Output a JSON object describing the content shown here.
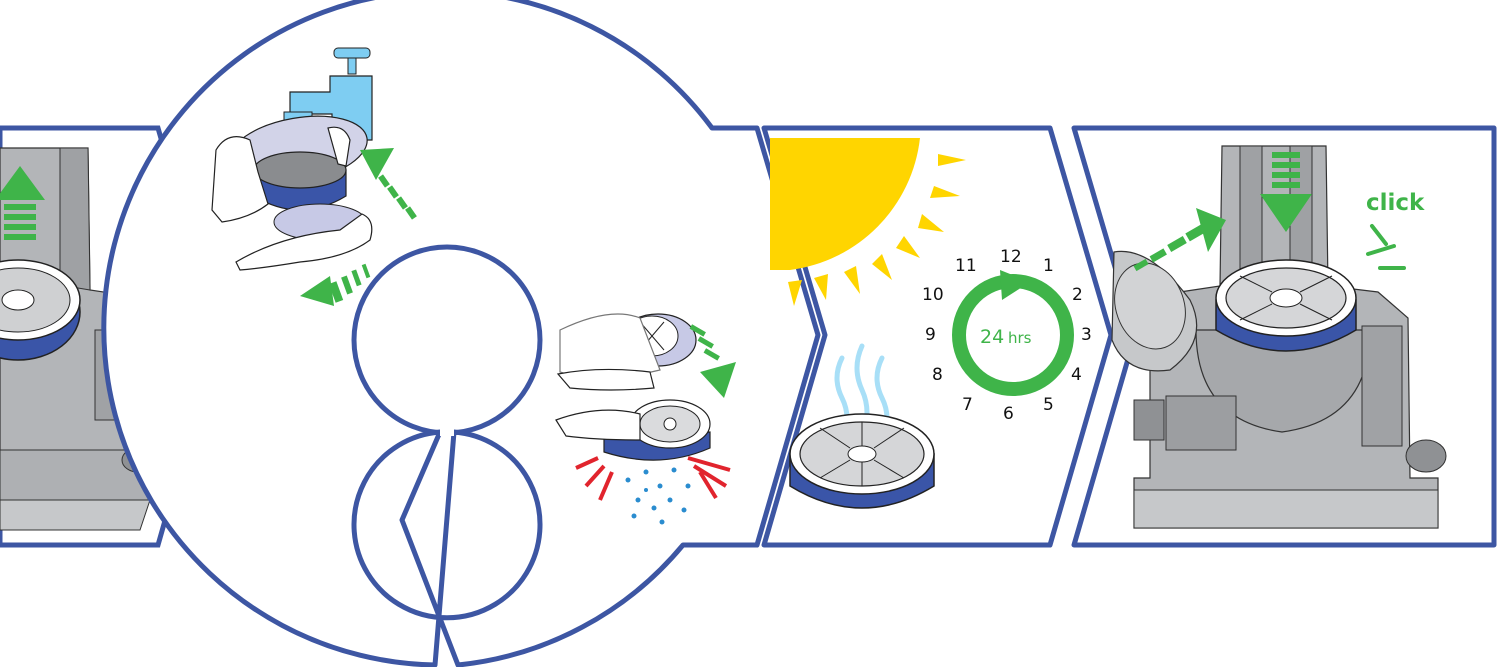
{
  "steps": [
    {
      "id": "remove-filter"
    },
    {
      "id": "wash-filter"
    },
    {
      "id": "dry-filter"
    },
    {
      "id": "refit-filter"
    }
  ],
  "colors": {
    "frame": "#3d56a3",
    "arrow_green": "#3fb449",
    "filter_blue": "#3a55a8",
    "machine_gray": "#a7a9ac",
    "sun_yellow": "#ffd500",
    "water_blue": "#5bc8ef",
    "red_lines": "#e1242d"
  },
  "dry": {
    "clock_numbers": [
      "12",
      "1",
      "2",
      "3",
      "4",
      "5",
      "6",
      "7",
      "8",
      "9",
      "10",
      "11"
    ],
    "duration_value": "24",
    "duration_unit": "hrs"
  },
  "refit": {
    "sound_text": "click"
  },
  "icons": [
    "faucet-icon",
    "sun-icon",
    "steam-icon",
    "clock-cycle-icon",
    "arrow-up-icon",
    "arrow-down-icon"
  ]
}
